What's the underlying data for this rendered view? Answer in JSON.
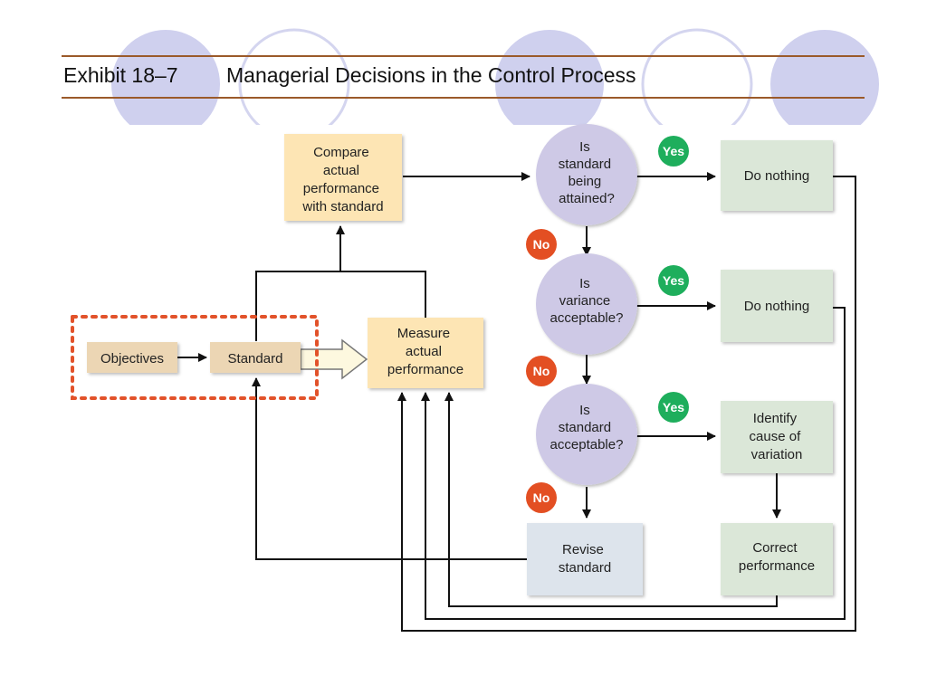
{
  "header": {
    "exhibit": "Exhibit 18–7",
    "title": "Managerial Decisions in the Control Process"
  },
  "colors": {
    "rule": "#9b5a2a",
    "deco_fill": "#cfd0ee",
    "deco_stroke": "#d4d5ef",
    "tan_box": "#ecd6b4",
    "yellow_box": "#fde5b4",
    "green_box": "#dbe7d8",
    "blue_box": "#dde4ec",
    "decision": "#cec9e6",
    "yes_badge": "#1eae5c",
    "no_badge": "#e34f23",
    "dotted": "#e2522a"
  },
  "nodes": {
    "objectives": "Objectives",
    "standard": "Standard",
    "measure": [
      "Measure",
      "actual",
      "performance"
    ],
    "compare": [
      "Compare",
      "actual",
      "performance",
      "with standard"
    ],
    "q1": [
      "Is",
      "standard",
      "being",
      "attained?"
    ],
    "q2": [
      "Is",
      "variance",
      "acceptable?"
    ],
    "q3": [
      "Is",
      "standard",
      "acceptable?"
    ],
    "do_nothing_1": "Do nothing",
    "do_nothing_2": "Do nothing",
    "identify": [
      "Identify",
      "cause of",
      "variation"
    ],
    "revise": [
      "Revise",
      "standard"
    ],
    "correct": [
      "Correct",
      "performance"
    ]
  },
  "badges": {
    "yes": "Yes",
    "no": "No"
  }
}
